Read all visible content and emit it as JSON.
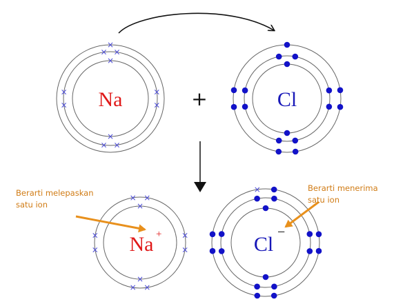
{
  "colors": {
    "sodium": "#e01818",
    "chlorine": "#1818b8",
    "electron_dot": "#1212c8",
    "electron_cross": "#4a4ad6",
    "shell": "#666666",
    "arrow": "#111111",
    "callout": "#d07b14",
    "pointer": "#e8901c"
  },
  "reaction": {
    "plus_sign": "+"
  },
  "atoms": {
    "sodium": {
      "symbol": "Na",
      "shell_electrons": [
        2,
        8,
        1
      ],
      "electron_mark": "cross"
    },
    "chlorine": {
      "symbol": "Cl",
      "shell_electrons": [
        2,
        8,
        7
      ],
      "electron_mark": "dot"
    }
  },
  "ions": {
    "sodium": {
      "symbol": "Na",
      "charge": "+",
      "shell_electrons": [
        2,
        8
      ],
      "electron_mark": "cross"
    },
    "chlorine": {
      "symbol": "Cl",
      "charge": "−",
      "shell_electrons": [
        2,
        8,
        8
      ],
      "electron_mark": "dot",
      "transferred_electron_mark": "cross"
    }
  },
  "annotations": {
    "sodium_ion_note": "Berarti melepaskan\nsatu ion",
    "chlorine_ion_note": "Berarti menerima\nsatu ion"
  }
}
